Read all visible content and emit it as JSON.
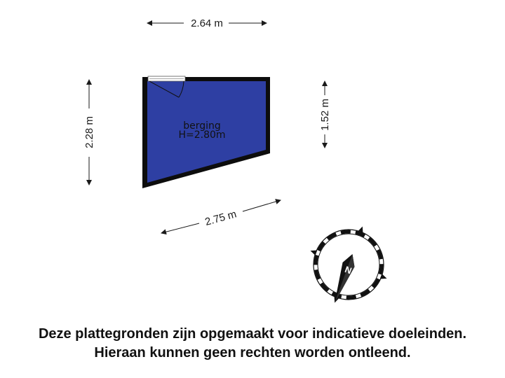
{
  "floorplan": {
    "room": {
      "name": "berging",
      "height_label": "H=2.80m",
      "fill_color": "#2e3fa3",
      "wall_color": "#0d0d0d"
    },
    "dimensions": {
      "top": "2.64 m",
      "left": "2.28 m",
      "right": "1.52 m",
      "bottom": "2.75 m"
    },
    "compass": {
      "north_label": "N"
    }
  },
  "disclaimer": {
    "line1": "Deze plattegronden zijn opgemaakt voor indicatieve doeleinden.",
    "line2": "Hieraan kunnen geen rechten worden ontleend."
  }
}
